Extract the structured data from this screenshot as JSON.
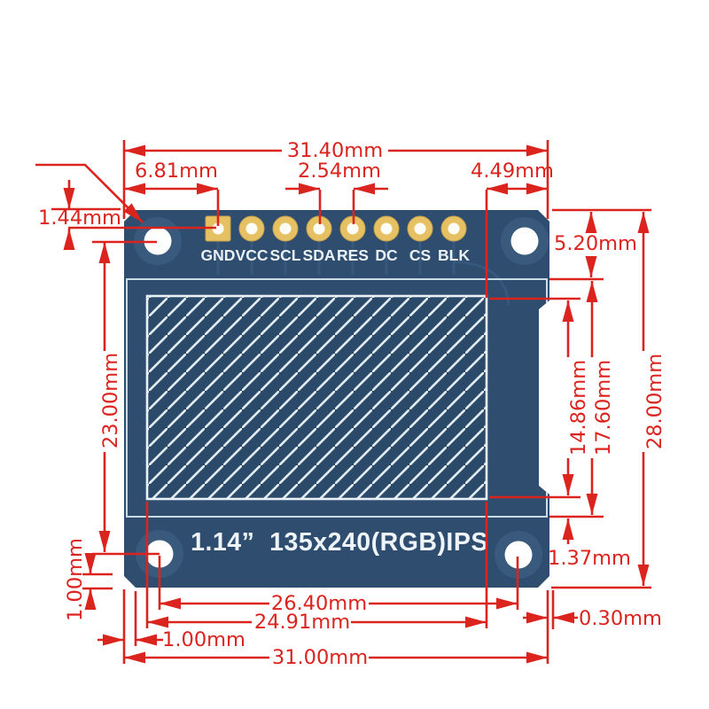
{
  "board": {
    "title": "1.14”  135x240(RGB)IPS",
    "pins": [
      "GND",
      "VCC",
      "SCL",
      "SDA",
      "RES",
      "DC",
      "CS",
      "BLK"
    ],
    "colors": {
      "pcb": "#2e4d6f",
      "pad_gold": "#e6c163",
      "hole_white": "#ffffff",
      "silkscreen": "#ebf2f7",
      "display_outline": "#ccdbe7",
      "hatch_line": "#e3ecf3",
      "dimension_red": "#dc241f"
    }
  },
  "dimensions": {
    "board_width_top": "31.40mm",
    "pin_offset": "6.81mm",
    "pin_pitch": "2.54mm",
    "right_margin": "4.49mm",
    "pin_row_offset": "1.44mm",
    "display_top_offset": "5.20mm",
    "hole_pitch_vertical": "23.00mm",
    "notch_height": "14.86mm",
    "display_outline_height": "17.60mm",
    "board_height": "28.00mm",
    "display_bottom_gap": "1.37mm",
    "chamfer_height": "1.00mm",
    "hole_pitch_horizontal": "26.40mm",
    "active_area_width": "24.91mm",
    "chamfer_width": "1.00mm",
    "edge_gap": "0.30mm",
    "board_width_bottom": "31.00mm"
  }
}
